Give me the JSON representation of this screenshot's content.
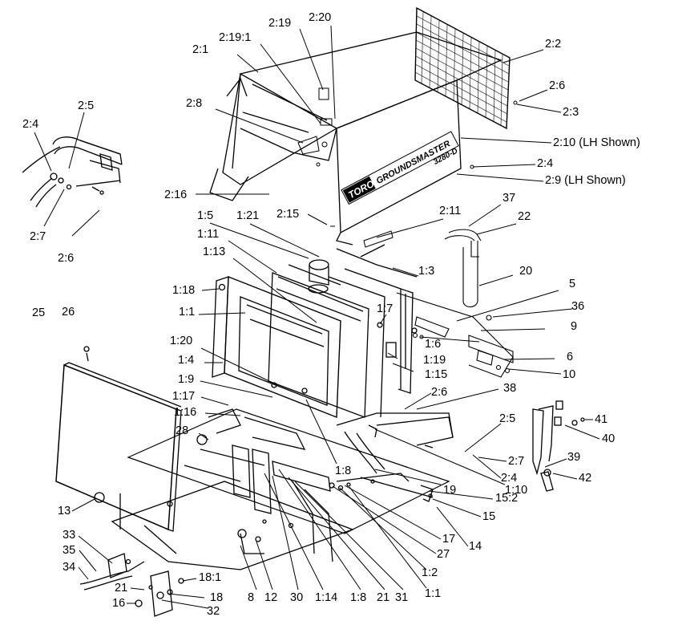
{
  "labels": {
    "l_2_20": "2:20",
    "l_2_19": "2:19",
    "l_2_19_1": "2:19:1",
    "l_2_1": "2:1",
    "l_2_2": "2:2",
    "l_2_6a": "2:6",
    "l_2_3": "2:3",
    "l_2_8": "2:8",
    "l_2_10": "2:10 (LH Shown)",
    "l_2_4a": "2:4",
    "l_2_9": "2:9 (LH Shown)",
    "l_2_5a": "2:5",
    "l_2_4b": "2:4",
    "l_2_7a": "2:7",
    "l_2_6b": "2:6",
    "l_2_16": "2:16",
    "l_2_15": "2:15",
    "l_2_11": "2:11",
    "l_37": "37",
    "l_22": "22",
    "l_1_5": "1:5",
    "l_1_21": "1:21",
    "l_1_11": "1:11",
    "l_1_13": "1:13",
    "l_1_3": "1:3",
    "l_20": "20",
    "l_1_18": "1:18",
    "l_5": "5",
    "l_1_1a": "1:1",
    "l_36": "36",
    "l_1_7": "1:7",
    "l_25": "25",
    "l_26": "26",
    "l_9": "9",
    "l_1_20": "1:20",
    "l_1_6": "1:6",
    "l_1_4": "1:4",
    "l_1_19": "1:19",
    "l_6": "6",
    "l_1_15": "1:15",
    "l_10": "10",
    "l_1_9": "1:9",
    "l_38": "38",
    "l_1_17": "1:17",
    "l_2_6c": "2:6",
    "l_1_16": "1:16",
    "l_2_5b": "2:5",
    "l_41": "41",
    "l_40": "40",
    "l_28": "28",
    "l_2_7b": "2:7",
    "l_39": "39",
    "l_2_4c": "2:4",
    "l_42": "42",
    "l_1_8a": "1:8",
    "l_19": "19",
    "l_1_10": "1:10",
    "l_13": "13",
    "l_15_2": "15:2",
    "l_15": "15",
    "l_33": "33",
    "l_17": "17",
    "l_14": "14",
    "l_35": "35",
    "l_27": "27",
    "l_34": "34",
    "l_1_2": "1:2",
    "l_18_1": "18:1",
    "l_21a": "21",
    "l_1_1b": "1:1",
    "l_18": "18",
    "l_8": "8",
    "l_12": "12",
    "l_30": "30",
    "l_1_14": "1:14",
    "l_1_8b": "1:8",
    "l_21b": "21",
    "l_31": "31",
    "l_16": "16",
    "l_32": "32"
  },
  "decal": {
    "brand": "TORO",
    "model": "GROUNDSMASTER",
    "number": "3280-D"
  }
}
